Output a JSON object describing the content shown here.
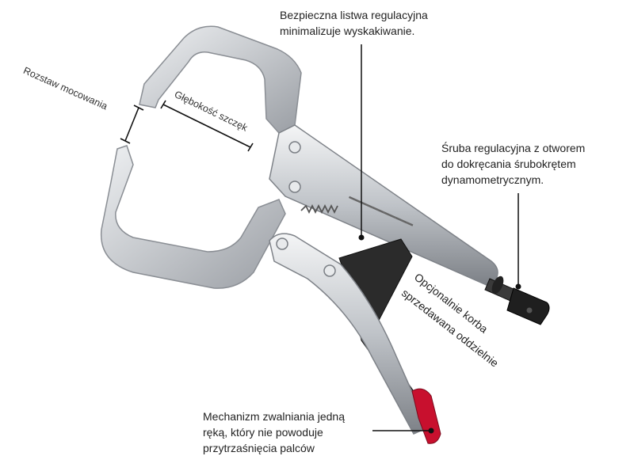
{
  "labels": {
    "jaw_spread": "Rozstaw mocowania",
    "jaw_depth": "Głębokość szczęk",
    "safety_bar_line1": "Bezpieczna listwa regulacyjna",
    "safety_bar_line2": "minimalizuje wyskakiwanie.",
    "screw_line1": "Śruba regulacyjna z otworem",
    "screw_line2": "do dokręcania śrubokrętem",
    "screw_line3": "dynamometrycznym.",
    "crank_line1": "Opcjonalnie korba",
    "crank_line2": "sprzedawana oddzielnie",
    "release_line1": "Mechanizm zwalniania jedną",
    "release_line2": "ręką, który nie powoduje",
    "release_line3": "przytrzaśnięcia palców"
  },
  "colors": {
    "steel": "#cfd2d6",
    "steel_dark": "#8e9298",
    "black_part": "#2a2a2a",
    "grip_red": "#c8102e",
    "line": "#111111"
  }
}
